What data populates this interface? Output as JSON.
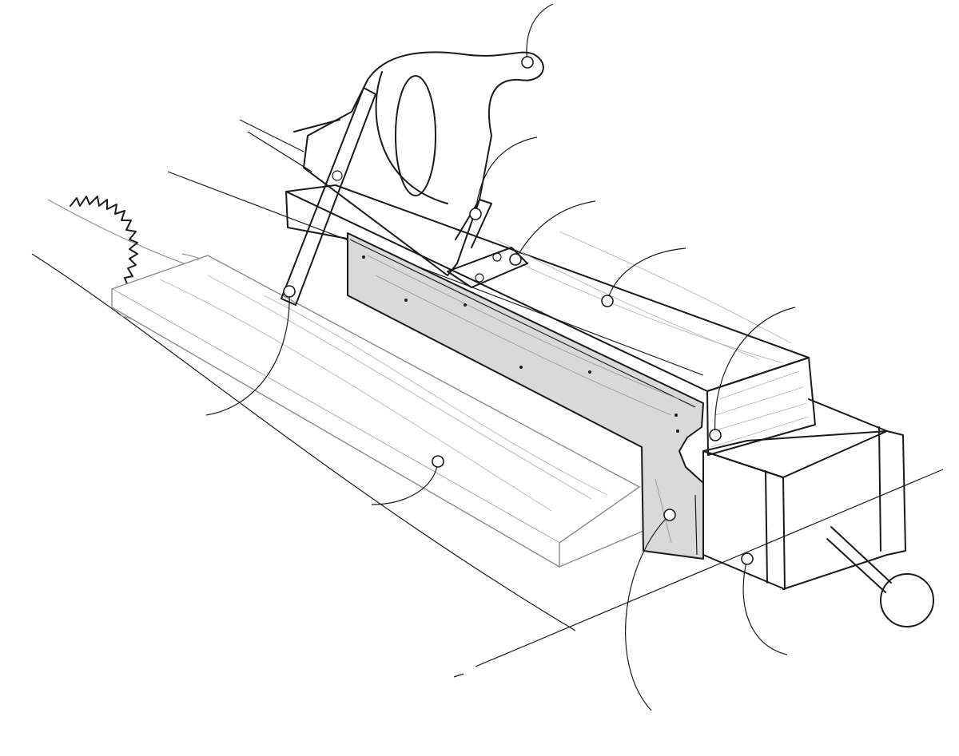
{
  "colors": {
    "ink": "#1a1a1a",
    "fence_fill": "#d9d9d9",
    "sketch_lines": "#9a9a9a",
    "background": "#ffffff"
  },
  "callouts": [
    {
      "target": "saw-handle-tip"
    },
    {
      "target": "saw-blade-bracket"
    },
    {
      "target": "hinge"
    },
    {
      "target": "workpiece-top"
    },
    {
      "target": "workpiece-end"
    },
    {
      "target": "offcut-board"
    },
    {
      "target": "fence-board"
    },
    {
      "target": "vise-jaw"
    },
    {
      "target": "support-arm"
    }
  ]
}
